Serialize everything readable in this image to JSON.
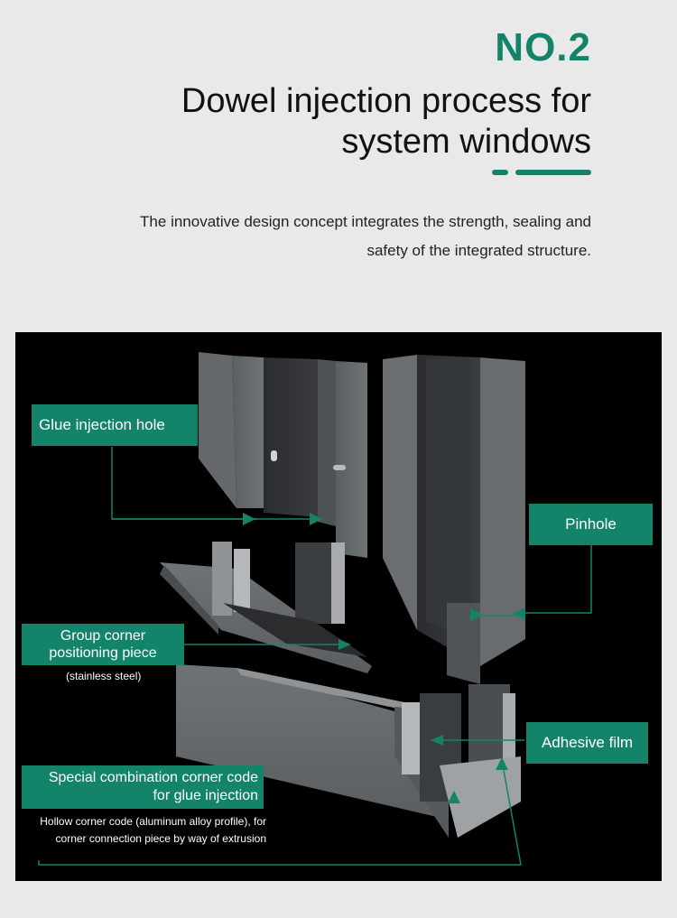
{
  "header": {
    "number": "NO.2",
    "title_line1": "Dowel injection process for",
    "title_line2": "system windows",
    "intro_line1": "The innovative design concept integrates the strength, sealing and",
    "intro_line2": "safety of the integrated structure."
  },
  "labels": {
    "glue_injection_hole": "Glue injection hole",
    "pinhole": "Pinhole",
    "group_corner_line1": "Group corner",
    "group_corner_line2": "positioning piece",
    "group_corner_note": "(stainless steel)",
    "adhesive_film": "Adhesive film",
    "special_line1": "Special combination corner code",
    "special_line2": "for glue injection",
    "hollow_line1": "Hollow corner code (aluminum alloy profile), for",
    "hollow_line2": "corner connection piece by way of extrusion"
  },
  "colors": {
    "accent": "#13836a",
    "background": "#e9e9e9",
    "panel": "#000000"
  }
}
